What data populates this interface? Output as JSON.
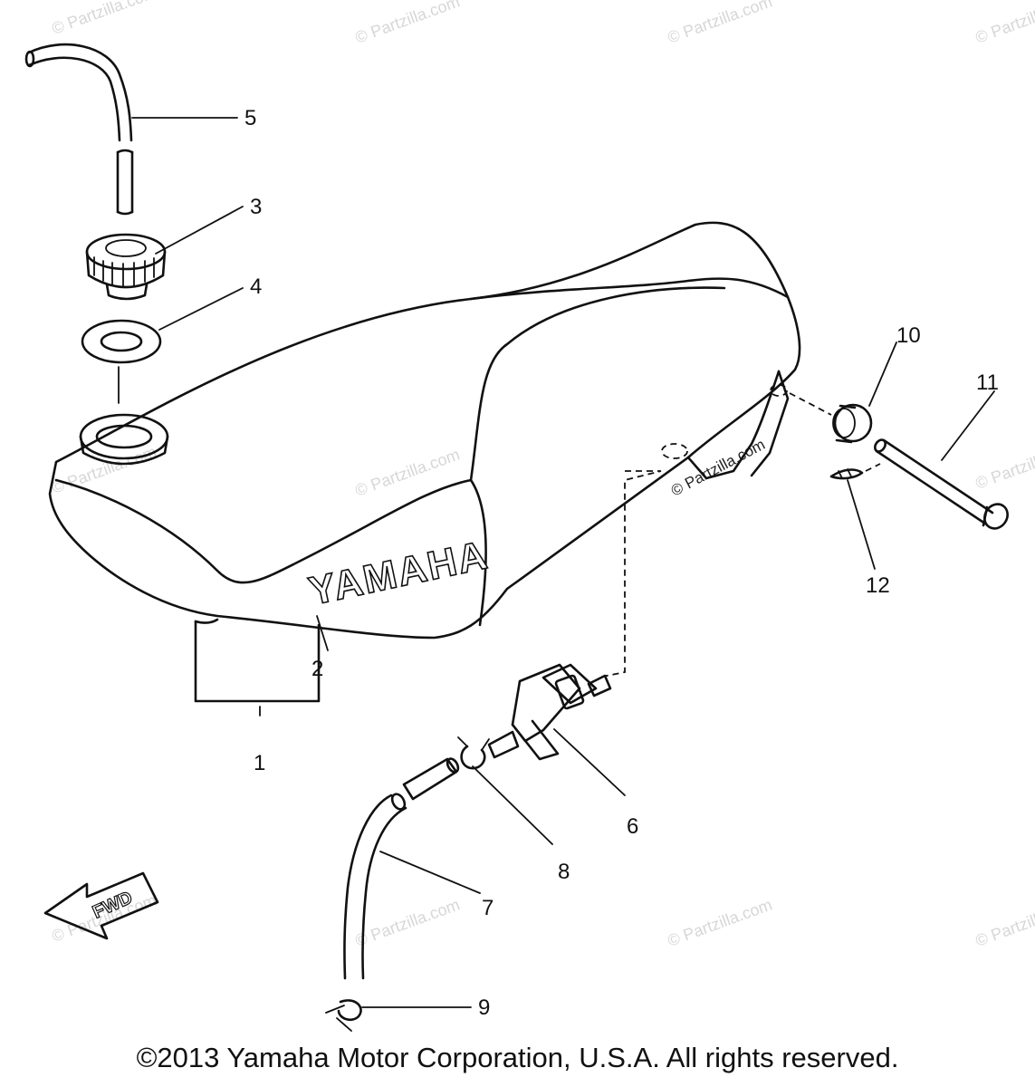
{
  "diagram": {
    "watermark": "© Partzilla.com",
    "tank_brand": "YAMAHA",
    "direction_label": "FWD",
    "callouts": [
      {
        "id": "c1",
        "label": "1"
      },
      {
        "id": "c2",
        "label": "2"
      },
      {
        "id": "c3",
        "label": "3"
      },
      {
        "id": "c4",
        "label": "4"
      },
      {
        "id": "c5",
        "label": "5"
      },
      {
        "id": "c6",
        "label": "6"
      },
      {
        "id": "c7",
        "label": "7"
      },
      {
        "id": "c8",
        "label": "8"
      },
      {
        "id": "c9",
        "label": "9"
      },
      {
        "id": "c10",
        "label": "10"
      },
      {
        "id": "c11",
        "label": "11"
      },
      {
        "id": "c12",
        "label": "12"
      }
    ]
  },
  "footer": {
    "copyright": "©2013 Yamaha Motor Corporation, U.S.A. All rights reserved."
  }
}
